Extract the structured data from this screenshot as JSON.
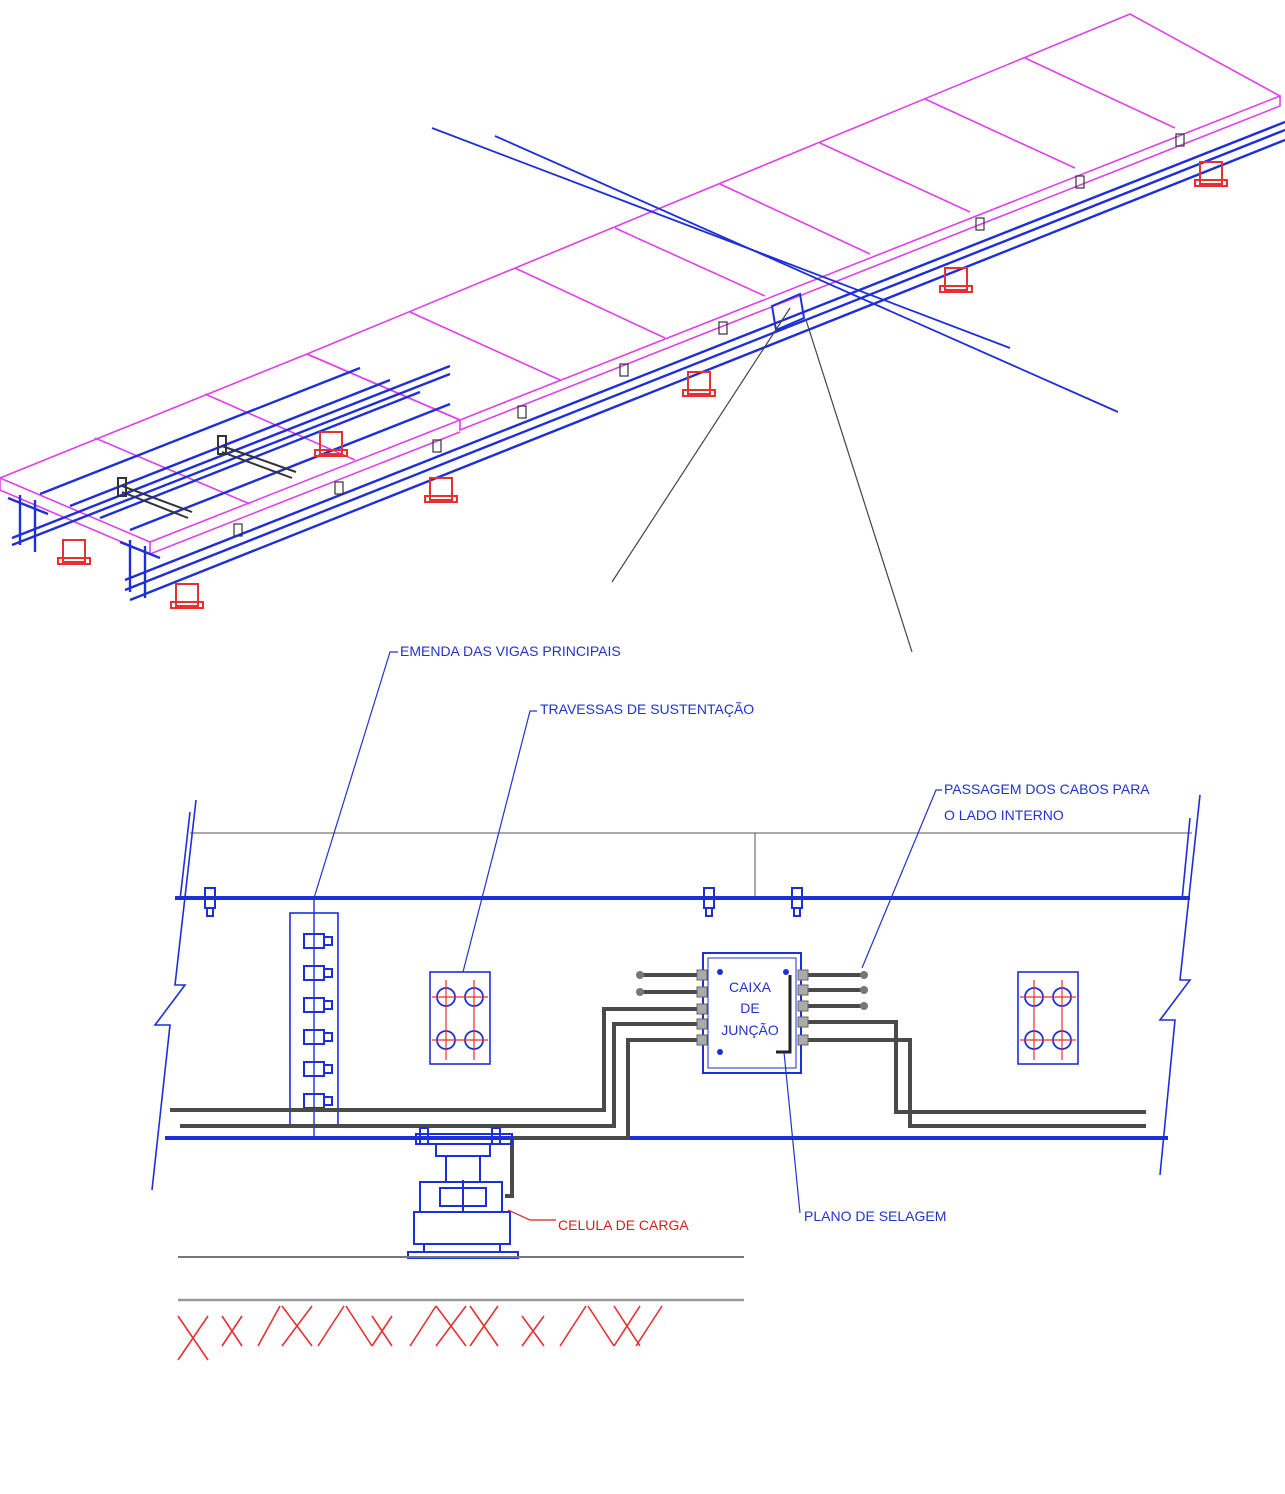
{
  "labels": {
    "emenda": "EMENDA DAS VIGAS PRINCIPAIS",
    "travessas": "TRAVESSAS DE SUSTENTAÇÃO",
    "passagem_line1": "PASSAGEM DOS CABOS PARA",
    "passagem_line2": "O LADO INTERNO",
    "caixa_line1": "CAIXA",
    "caixa_line2": "DE",
    "caixa_line3": "JUNÇÃO",
    "celula": "CELULA DE CARGA",
    "plano": "PLANO DE SELAGEM"
  },
  "colors": {
    "steel": "#1f2fd8",
    "platform": "#e040e8",
    "load_cell": "#e83030",
    "cable": "#4a4a4a",
    "leader": "#333333",
    "ground_hatch": "#e83030",
    "label_blue": "#2233cc",
    "label_red": "#d42020"
  }
}
